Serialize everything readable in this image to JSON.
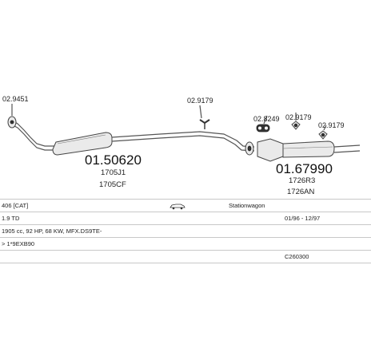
{
  "diagram": {
    "parts": [
      {
        "id": "clamp_left",
        "number": "02.9451"
      },
      {
        "id": "hanger_mid",
        "number": "02.9179"
      },
      {
        "id": "clamp_rear",
        "number": "02.8249"
      },
      {
        "id": "hanger_rear_a",
        "number": "02.9179"
      },
      {
        "id": "hanger_rear_b",
        "number": "02.9179"
      }
    ],
    "middle_silencer": {
      "number": "01.50620",
      "codes": [
        "1705J1",
        "1705CF"
      ]
    },
    "rear_silencer": {
      "number": "01.67990",
      "codes": [
        "1726R3",
        "1726AN"
      ]
    }
  },
  "info": {
    "model": "406  [CAT]",
    "body": "Stationwagon",
    "engine": "1.9 TD",
    "years": "01/96 - 12/97",
    "specs": "1905 cc, 92 HP, 68 KW, MFX.DS9TE-",
    "note": "> 1*9EXB90",
    "code": "C260300"
  }
}
